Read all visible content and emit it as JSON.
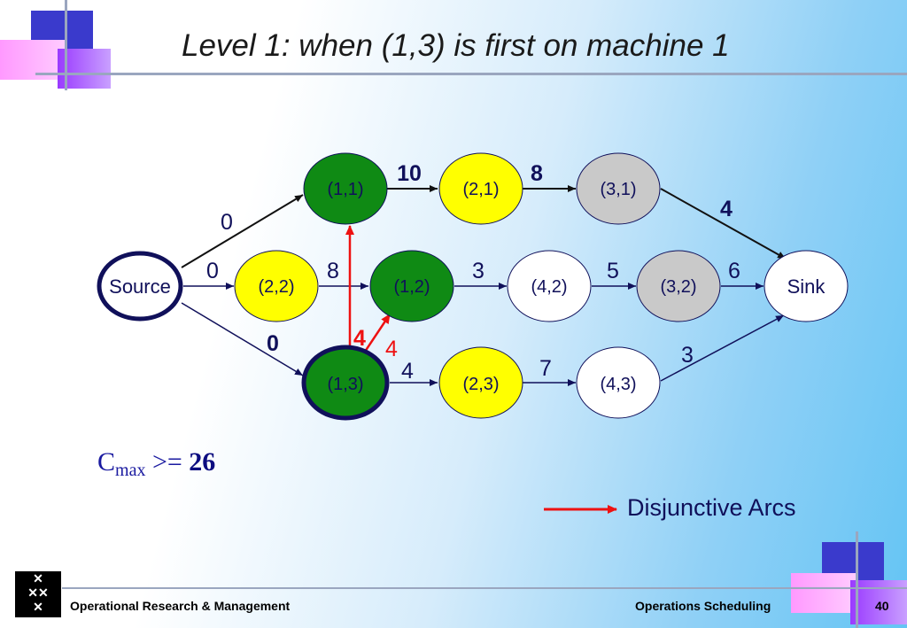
{
  "title": "Level 1: when (1,3) is first on machine 1",
  "nodes": {
    "source": "Source",
    "n11": "(1,1)",
    "n21": "(2,1)",
    "n31": "(3,1)",
    "n22": "(2,2)",
    "n12": "(1,2)",
    "n42": "(4,2)",
    "n32": "(3,2)",
    "sink": "Sink",
    "n13": "(1,3)",
    "n23": "(2,3)",
    "n43": "(4,3)"
  },
  "arc_labels": {
    "source_11": "0",
    "n11_21": "10",
    "n21_31": "8",
    "n31_sink": "4",
    "source_22": "0",
    "n22_12": "8",
    "n12_42": "3",
    "n42_32": "5",
    "n32_sink": "6",
    "source_13": "0",
    "n13_23": "4",
    "n23_43": "7",
    "n43_sink": "3",
    "disj_13_11": "4",
    "disj_13_12": "4"
  },
  "cmax": {
    "c": "C",
    "sub": "max",
    "op": ">=",
    "value": "26"
  },
  "legend": {
    "label": "Disjunctive Arcs"
  },
  "footer": {
    "left": "Operational Research & Management",
    "right": "Operations Scheduling",
    "page": "40"
  },
  "colors": {
    "green": "#0f8a14",
    "yellow": "#ffff00",
    "gray": "#c9c9c9",
    "white": "#ffffff",
    "navy": "#10105a",
    "red": "#ee1111"
  }
}
